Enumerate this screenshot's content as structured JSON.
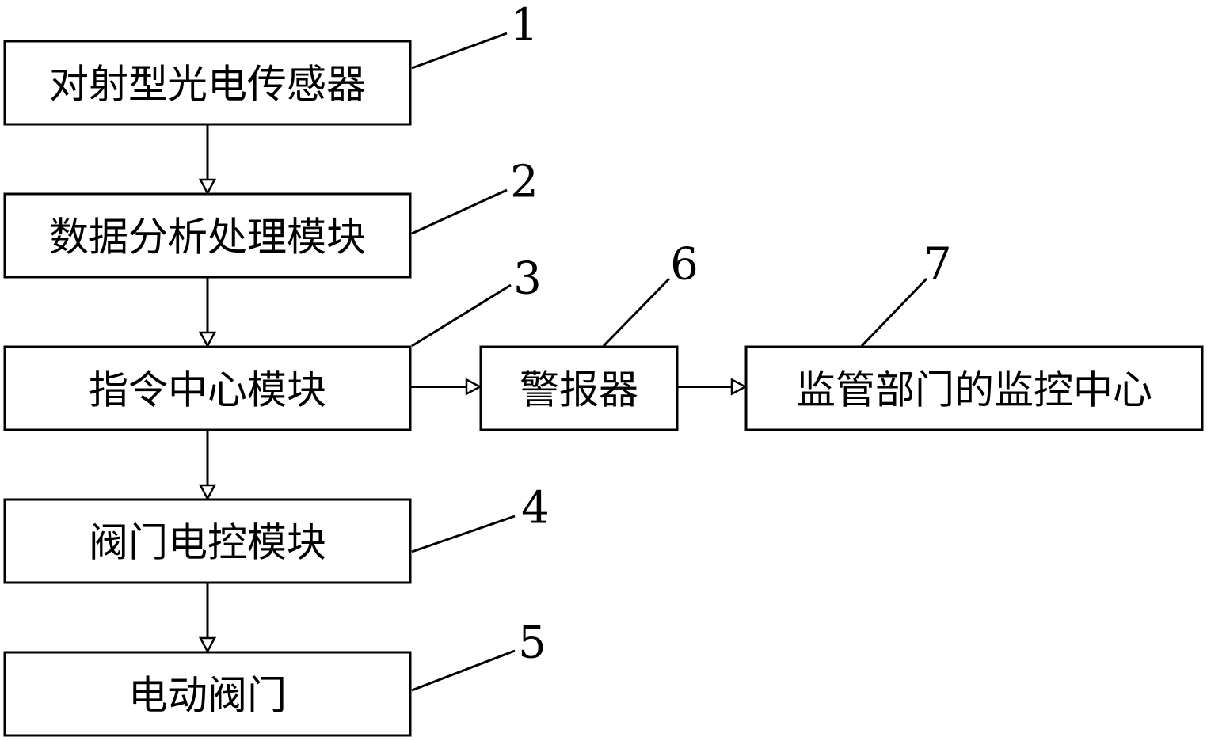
{
  "boxes": [
    {
      "id": "b1",
      "label": "对射型光电传感器",
      "number": "1"
    },
    {
      "id": "b2",
      "label": "数据分析处理模块",
      "number": "2"
    },
    {
      "id": "b3",
      "label": "指令中心模块",
      "number": "3"
    },
    {
      "id": "b4",
      "label": "阀门电控模块",
      "number": "4"
    },
    {
      "id": "b5",
      "label": "电动阀门",
      "number": "5"
    },
    {
      "id": "b6",
      "label": "警报器",
      "number": "6"
    },
    {
      "id": "b7",
      "label": "监管部门的监控中心",
      "number": "7"
    }
  ],
  "edges": [
    {
      "from": "b1",
      "to": "b2"
    },
    {
      "from": "b2",
      "to": "b3"
    },
    {
      "from": "b3",
      "to": "b4"
    },
    {
      "from": "b4",
      "to": "b5"
    },
    {
      "from": "b3",
      "to": "b6"
    },
    {
      "from": "b6",
      "to": "b7"
    }
  ]
}
